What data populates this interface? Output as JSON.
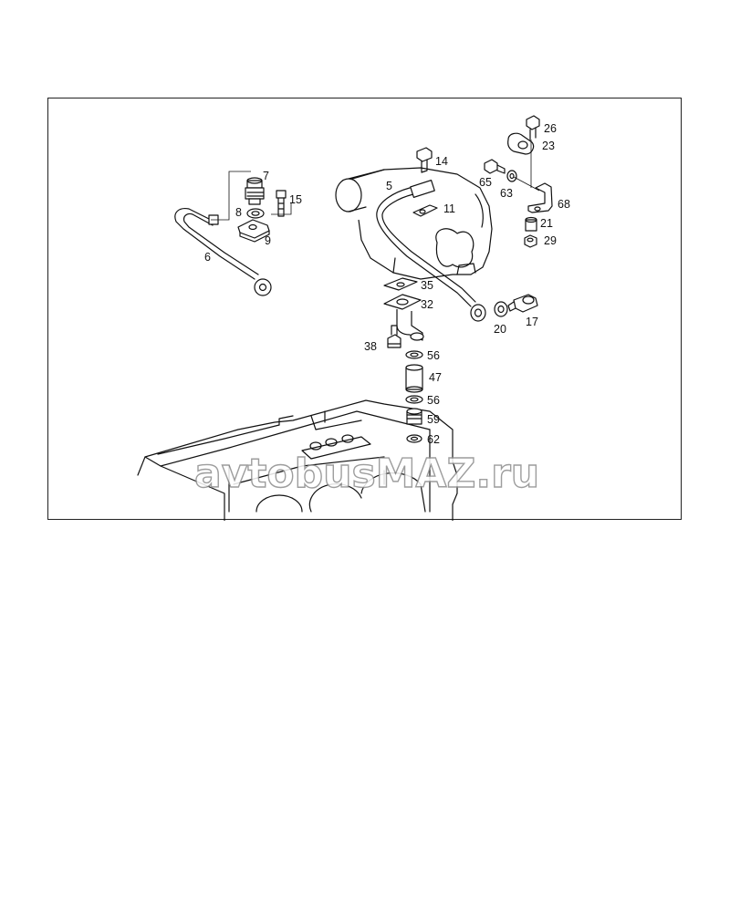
{
  "diagram": {
    "part_numbers": {
      "p5": "5",
      "p6": "6",
      "p7": "7",
      "p8": "8",
      "p9": "9",
      "p11": "11",
      "p14": "14",
      "p15": "15",
      "p17": "17",
      "p20": "20",
      "p21": "21",
      "p23": "23",
      "p26": "26",
      "p29": "29",
      "p32": "32",
      "p35": "35",
      "p38": "38",
      "p47": "47",
      "p56a": "56",
      "p56b": "56",
      "p59": "59",
      "p62": "62",
      "p63": "63",
      "p65": "65",
      "p68": "68"
    },
    "watermark": "avtobusMAZ.ru"
  }
}
